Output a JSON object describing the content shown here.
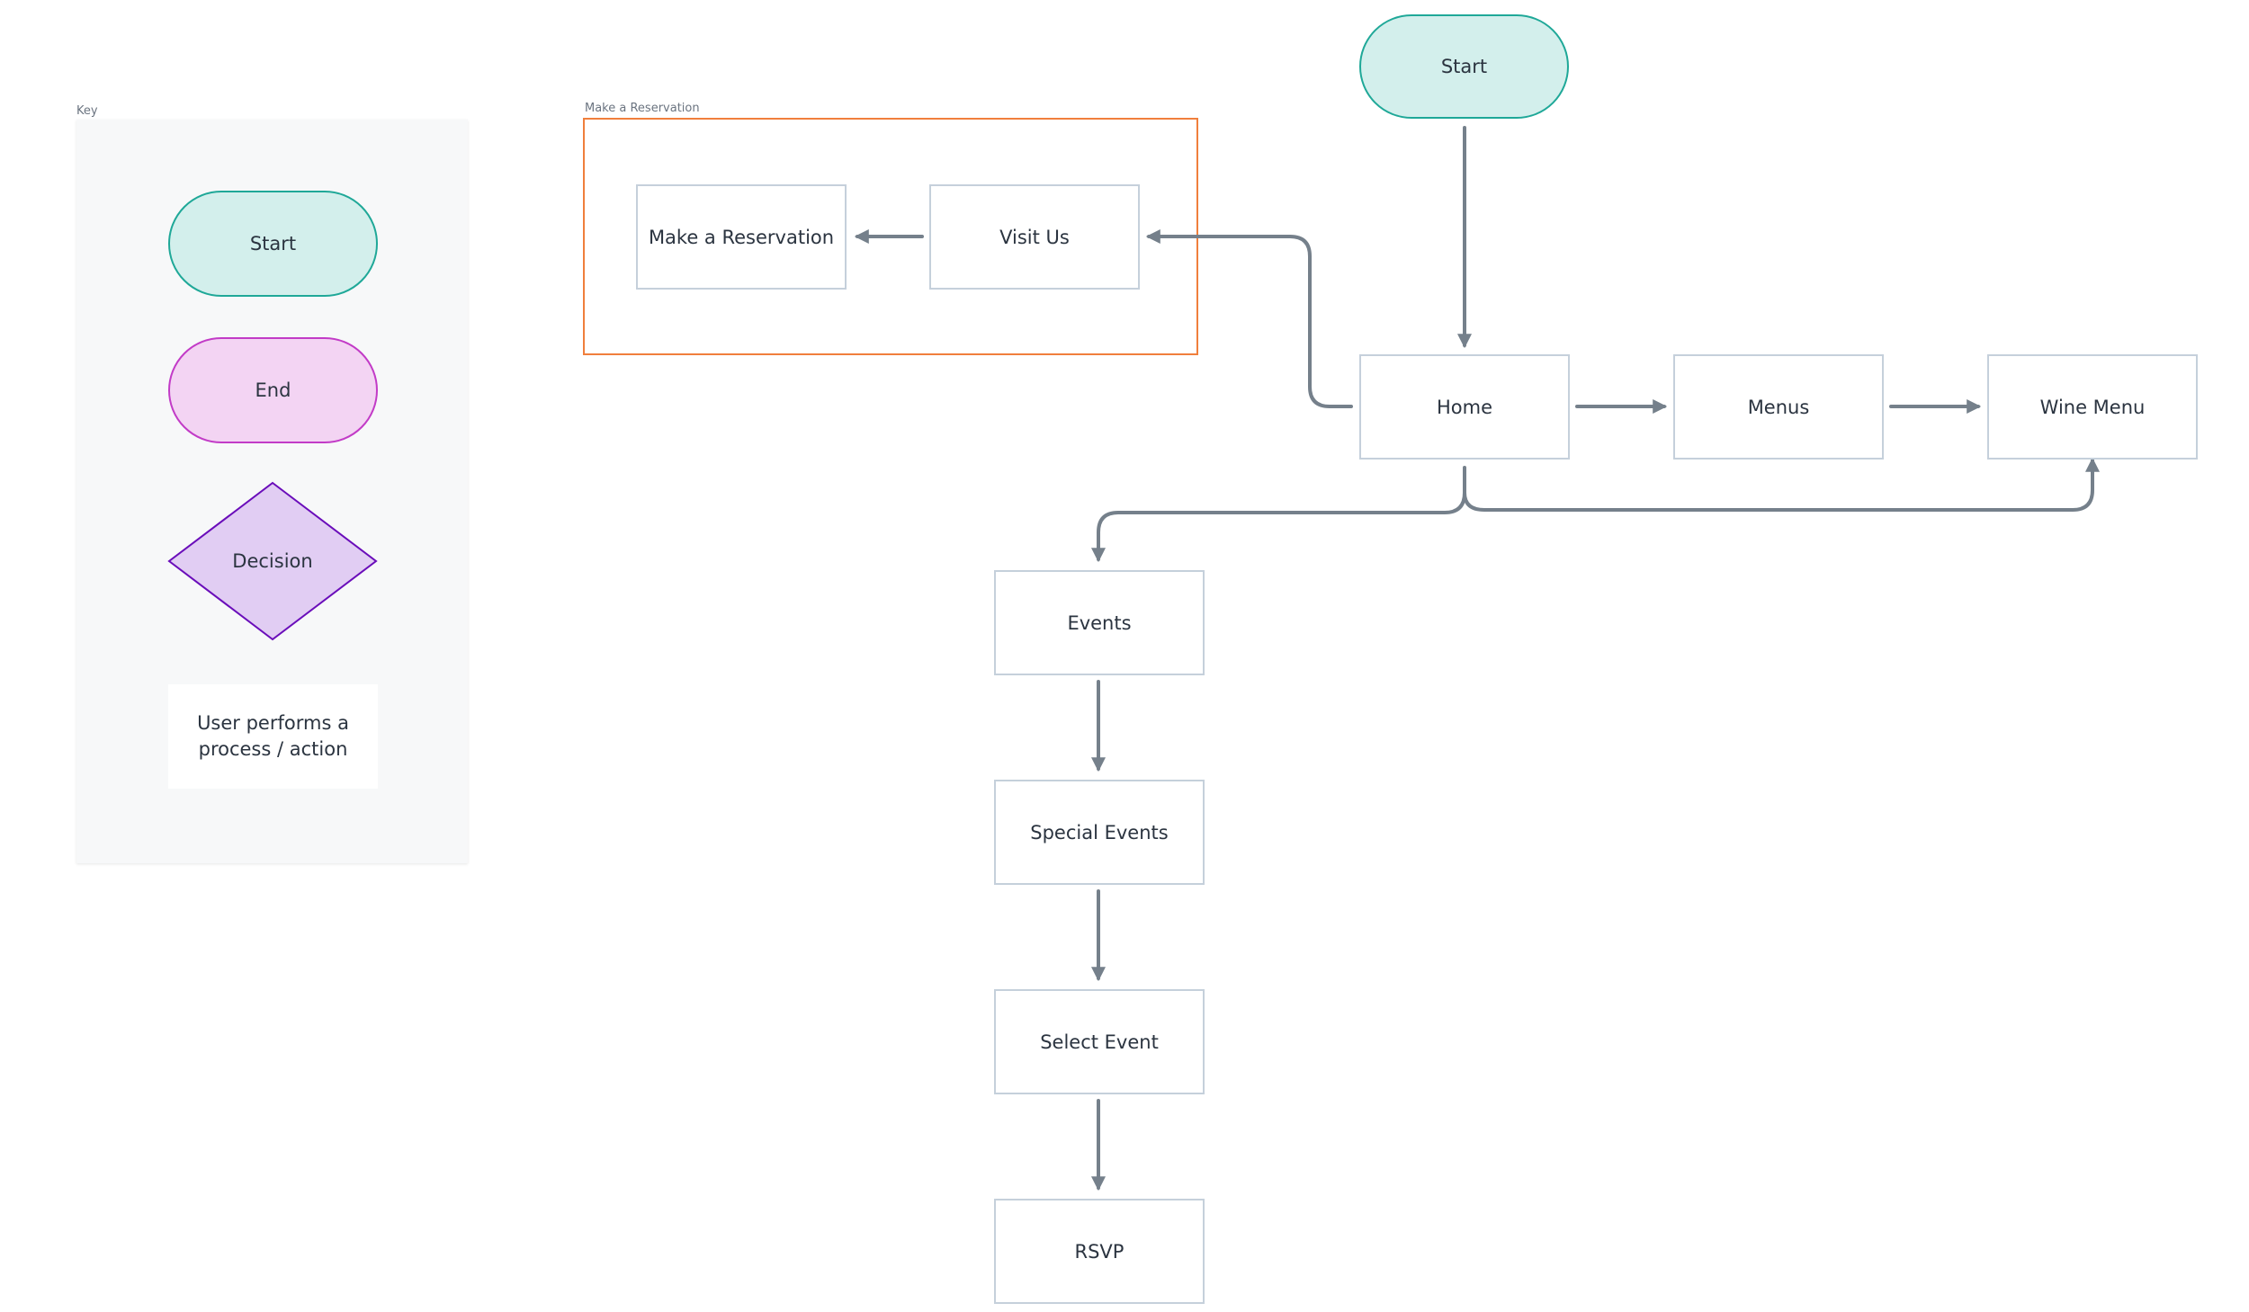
{
  "key": {
    "title": "Key",
    "start": "Start",
    "end": "End",
    "decision": "Decision",
    "action": "User performs a process / action"
  },
  "group": {
    "title": "Make a Reservation"
  },
  "nodes": {
    "start": "Start",
    "home": "Home",
    "menus": "Menus",
    "wine_menu": "Wine Menu",
    "visit_us": "Visit Us",
    "make_reservation": "Make a Reservation",
    "events": "Events",
    "special_events": "Special Events",
    "select_event": "Select Event",
    "rsvp": "RSVP"
  },
  "colors": {
    "connector": "#75808b",
    "start_fill": "#d3efec",
    "start_border": "#1fa898",
    "end_fill": "#f3d4f3",
    "end_border": "#c23bc7",
    "decision_fill": "#e1cdf3",
    "decision_border": "#6a0dba",
    "group_border": "#f07f3c",
    "box_border": "#c5d0db"
  }
}
